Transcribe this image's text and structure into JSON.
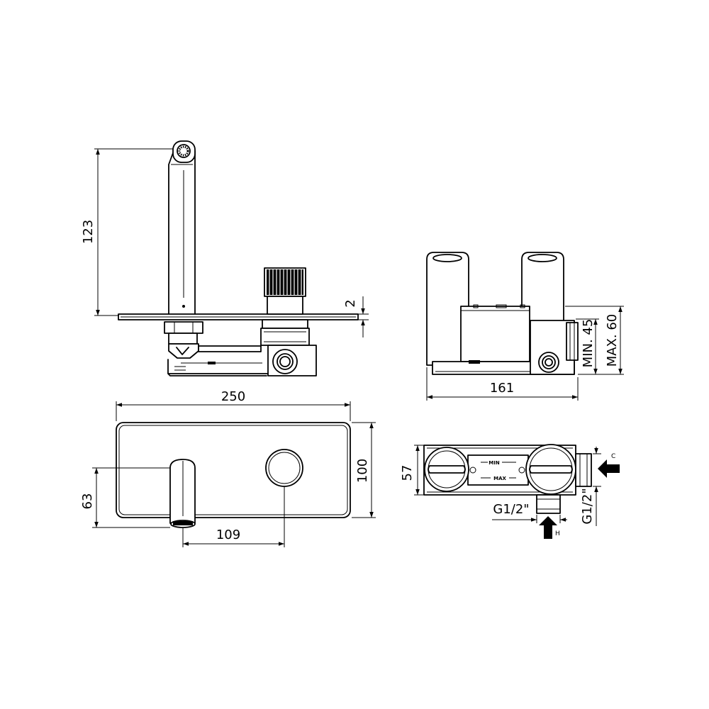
{
  "dimensions": {
    "spout_height": "123",
    "plate_thickness": "2",
    "plate_width": "250",
    "plate_height": "100",
    "spout_axis_height": "63",
    "spout_to_handle": "109",
    "body_width": "161",
    "min_depth": "MIN. 45",
    "max_depth": "MAX. 60",
    "body_depth": "57",
    "connection_bottom": "G1/2\"",
    "connection_side": "G1/2\""
  },
  "labels": {
    "cold": "C",
    "hot": "H",
    "min": "MIN",
    "max": "MAX"
  }
}
